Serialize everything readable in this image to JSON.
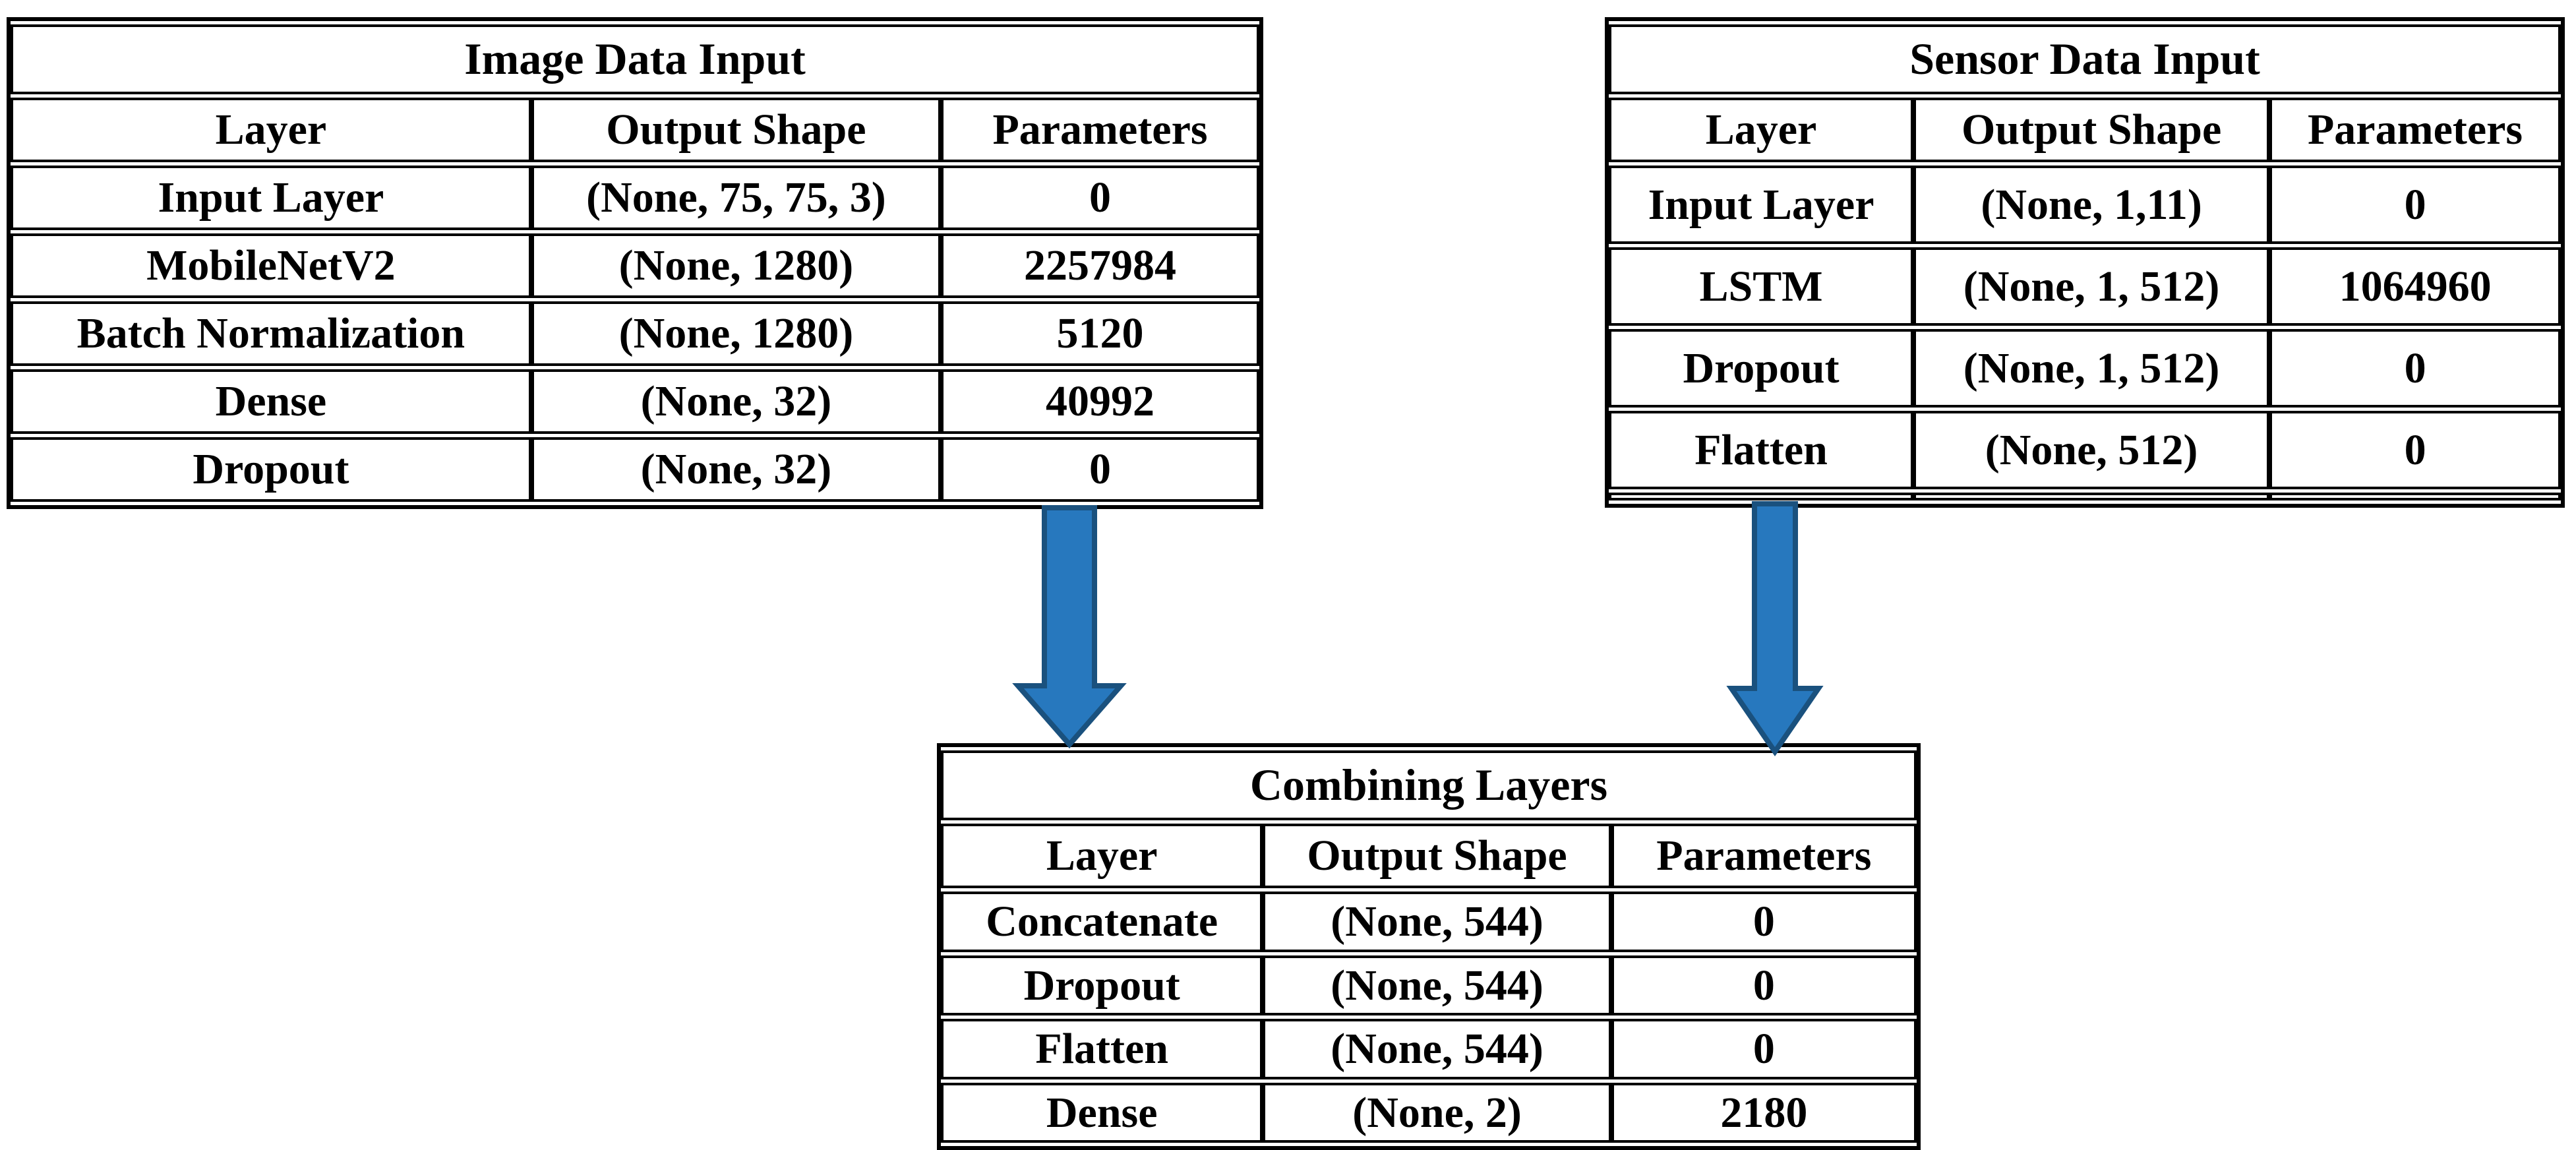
{
  "diagram": {
    "background_color": "#ffffff",
    "arrow_fill": "#2778BE",
    "arrow_stroke": "#1A517E",
    "tables": [
      {
        "id": "image-data-input",
        "title": "Image Data Input",
        "headers": [
          "Layer",
          "Output Shape",
          "Parameters"
        ],
        "rows": [
          [
            "Input Layer",
            "(None, 75, 75, 3)",
            "0"
          ],
          [
            "MobileNetV2",
            "(None, 1280)",
            "2257984"
          ],
          [
            "Batch Normalization",
            "(None, 1280)",
            "5120"
          ],
          [
            "Dense",
            "(None, 32)",
            "40992"
          ],
          [
            "Dropout",
            "(None, 32)",
            "0"
          ]
        ]
      },
      {
        "id": "sensor-data-input",
        "title": "Sensor Data Input",
        "headers": [
          "Layer",
          "Output Shape",
          "Parameters"
        ],
        "rows": [
          [
            "Input Layer",
            "(None, 1,11)",
            "0"
          ],
          [
            "LSTM",
            "(None, 1, 512)",
            "1064960"
          ],
          [
            "Dropout",
            "(None, 1, 512)",
            "0"
          ],
          [
            "Flatten",
            "(None, 512)",
            "0"
          ],
          [
            "",
            "",
            ""
          ]
        ]
      },
      {
        "id": "combining-layers",
        "title": "Combining Layers",
        "headers": [
          "Layer",
          "Output Shape",
          "Parameters"
        ],
        "rows": [
          [
            "Concatenate",
            "(None, 544)",
            "0"
          ],
          [
            "Dropout",
            "(None, 544)",
            "0"
          ],
          [
            "Flatten",
            "(None, 544)",
            "0"
          ],
          [
            "Dense",
            "(None, 2)",
            "2180"
          ]
        ]
      }
    ]
  }
}
